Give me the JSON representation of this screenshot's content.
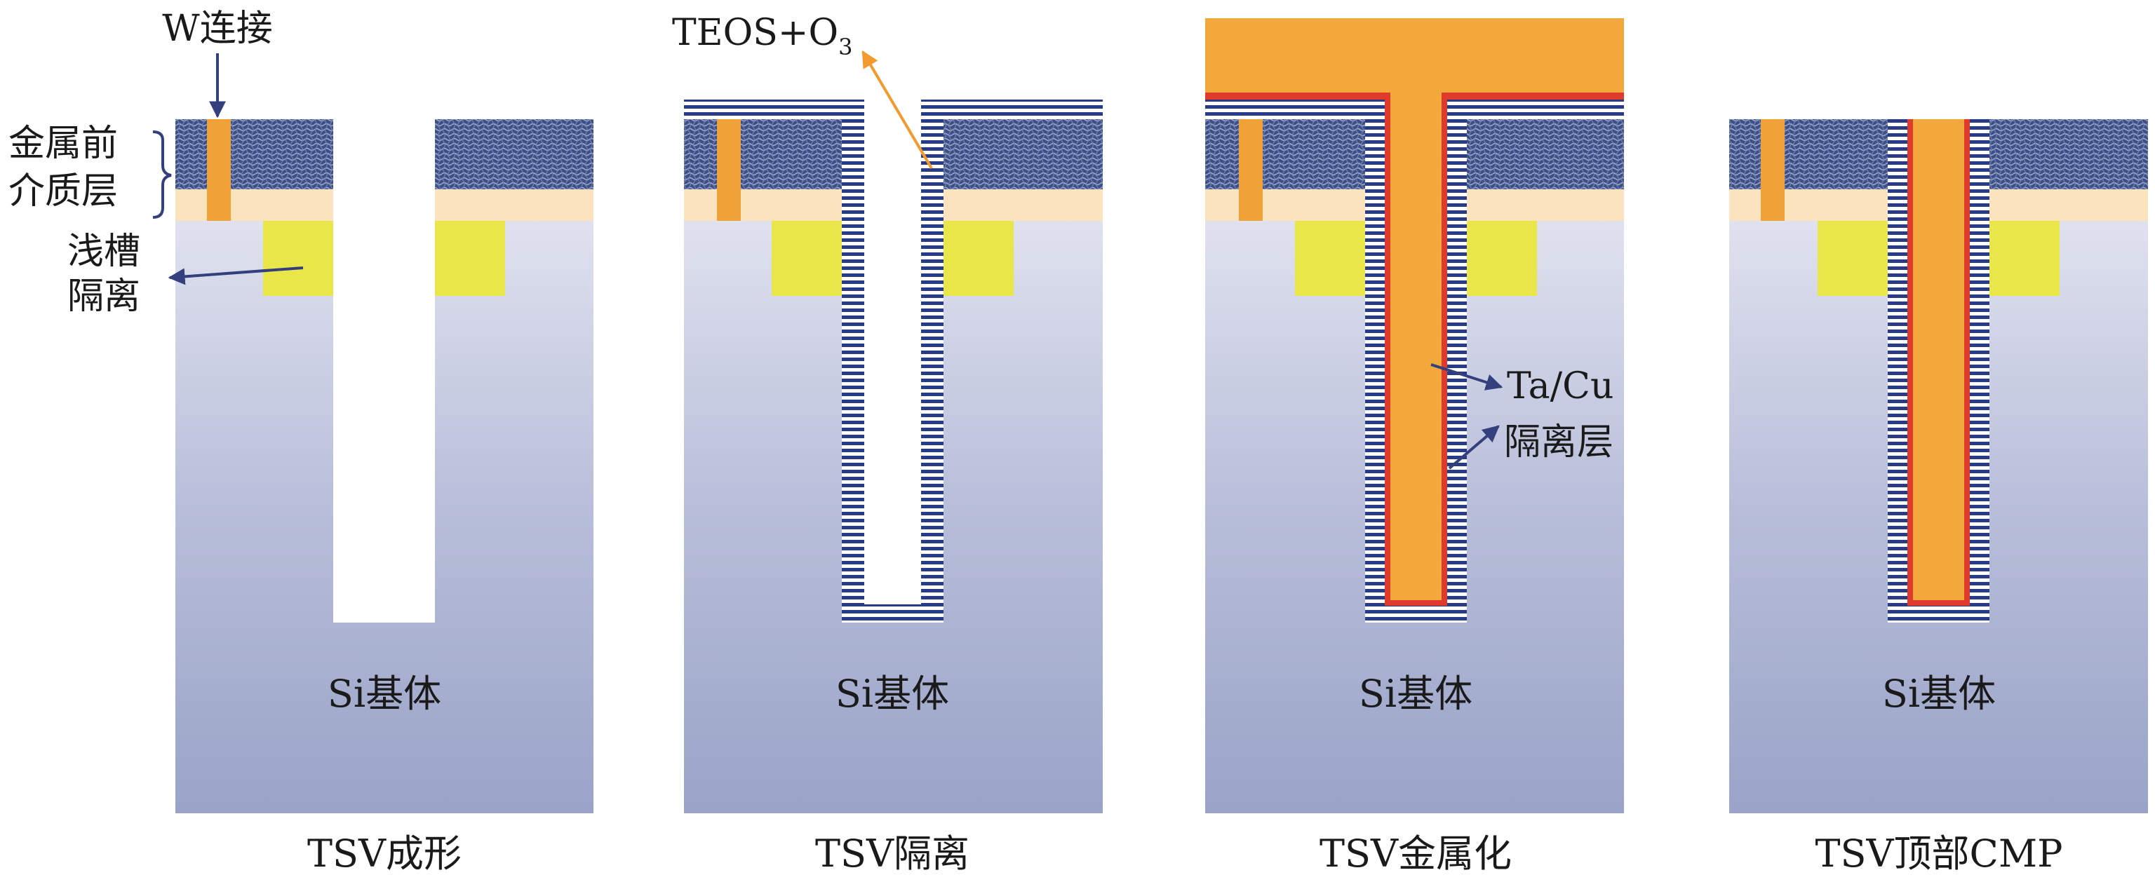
{
  "labels": {
    "w_contact": "W连接",
    "pmd_line1": "金属前",
    "pmd_line2": "介质层",
    "sti_line1": "浅槽",
    "sti_line2": "隔离",
    "teos_main": "TEOS+O",
    "teos_sub": "3",
    "ta_cu": "Ta/Cu",
    "barrier": "隔离层",
    "substrate": "Si基体"
  },
  "steps": [
    {
      "title": "TSV成形"
    },
    {
      "title": "TSV隔离"
    },
    {
      "title": "TSV金属化"
    },
    {
      "title": "TSV顶部CMP"
    }
  ],
  "colors": {
    "substrate_top": "#eeeef6",
    "substrate_bottom": "#9aa3c8",
    "pmd": "#3e4f86",
    "pmd_light": "#8e9cc4",
    "buffer_layer": "#fbe3bd",
    "sti": "#e9e64a",
    "tungsten": "#f0a238",
    "copper": "#f2a83a",
    "tantalum": "#e03a2c",
    "oxide_stripe": "#283b86",
    "arrow_navy": "#34407e",
    "arrow_orange": "#f29a2e"
  }
}
